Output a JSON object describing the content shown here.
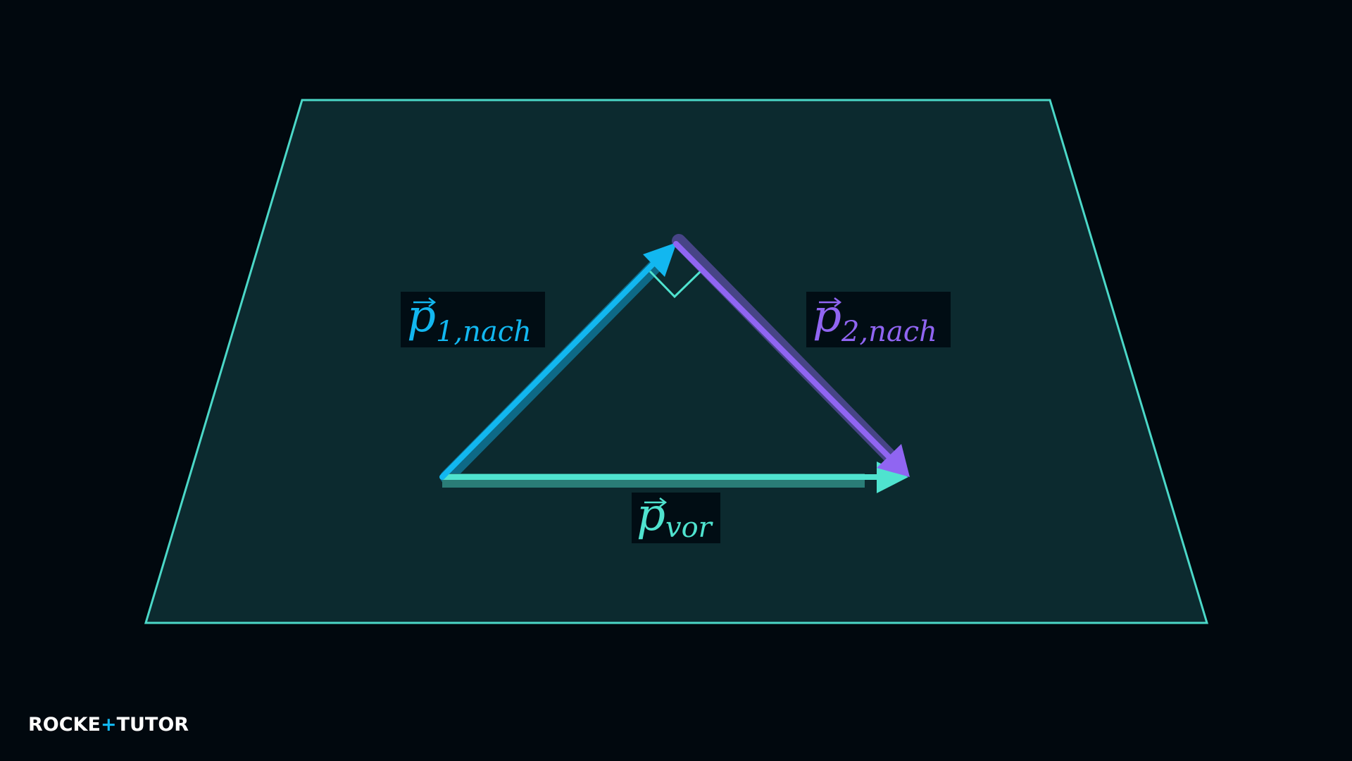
{
  "colors": {
    "background": "#01080e",
    "plane_fill": "#0c2a2f",
    "plane_edge": "#4bd8c8",
    "p1": "#12b7f0",
    "p2": "#9065f2",
    "pvor": "#4fe3cf",
    "label_box": "#010d14",
    "logo": "#ffffff",
    "logo_accent": "#12b7f0"
  },
  "vectors": [
    {
      "id": "p1",
      "base": "p",
      "sub": "1,nach",
      "color_key": "p1"
    },
    {
      "id": "p2",
      "base": "p",
      "sub": "2,nach",
      "color_key": "p2"
    },
    {
      "id": "pvor",
      "base": "p",
      "sub": "vor",
      "color_key": "pvor"
    }
  ],
  "logo": {
    "left": "ROCKE",
    "accent": "+",
    "mid": "TUTO",
    "right": "R"
  },
  "icons": {
    "right_angle": "right-angle-icon",
    "brand": "rocket-tutor-logo-icon"
  }
}
